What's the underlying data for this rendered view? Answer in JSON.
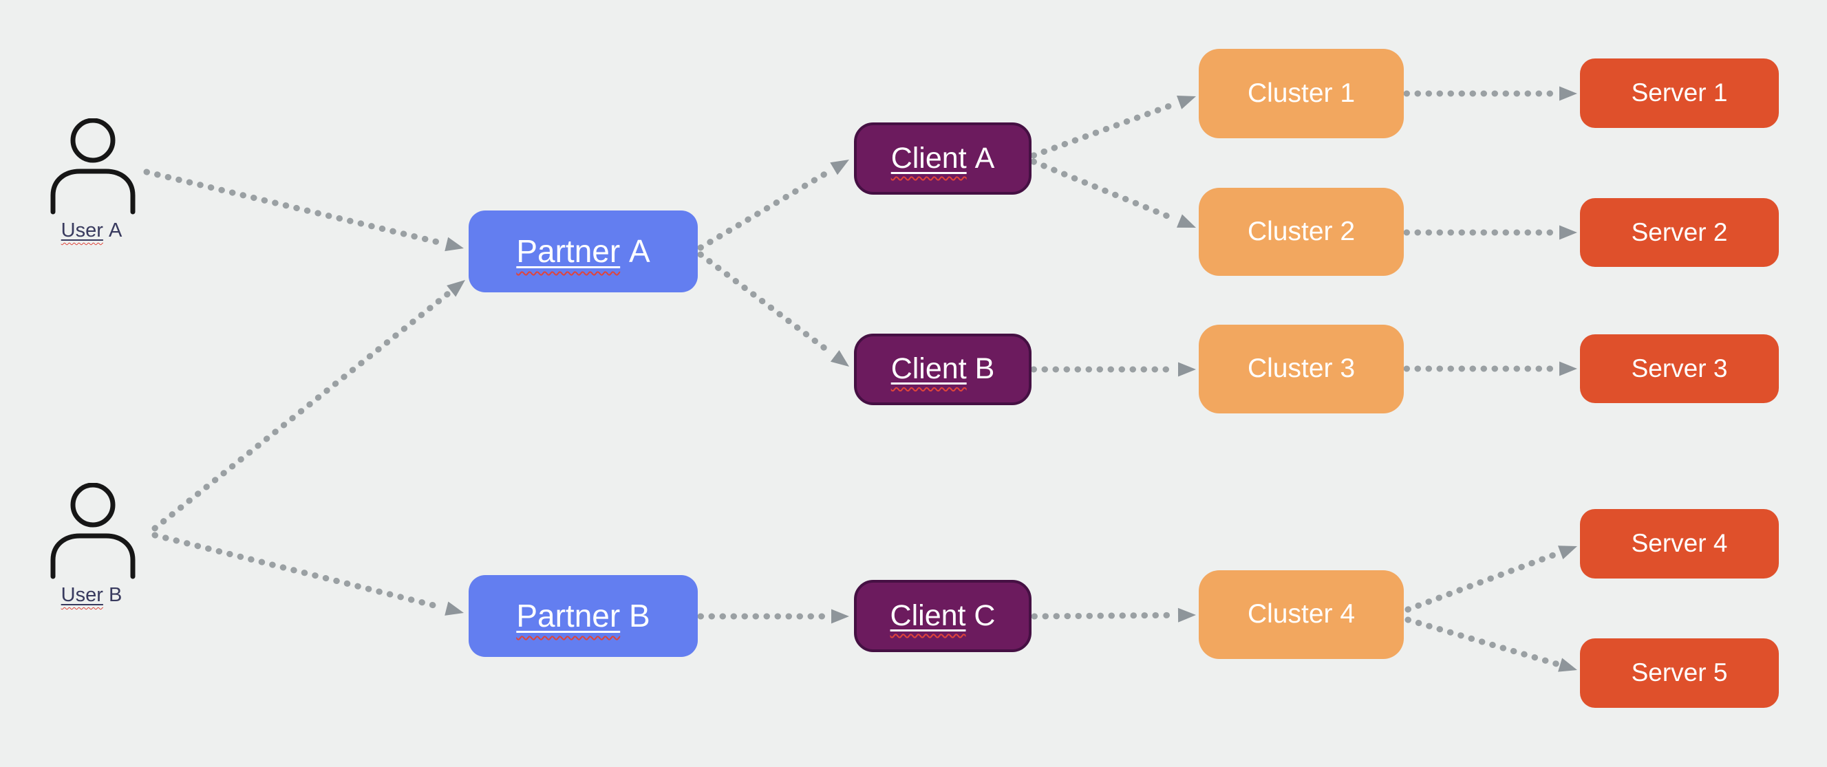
{
  "diagram": {
    "background_color": "#EEF0EF",
    "connector_color": "#9AA0A3",
    "arrowhead_color": "#8E959A",
    "spellcheck_color": "#E0443A",
    "node_styles": {
      "user": {
        "fill": "none",
        "text_color": "#383A5E",
        "icon": "person-icon",
        "icon_color": "#161616"
      },
      "partner": {
        "fill": "#637EF0",
        "text_color": "#FFFFFF"
      },
      "client": {
        "fill": "#6C1B5E",
        "border": "#451043",
        "text_color": "#FFFFFF"
      },
      "cluster": {
        "fill": "#F2A75F",
        "text_color": "#FFFFFF"
      },
      "server": {
        "fill": "#DF502B",
        "text_color": "#FFFFFF"
      }
    },
    "nodes": [
      {
        "id": "user-a",
        "type": "user",
        "label": "User A",
        "underlined": true,
        "spellchecked": true
      },
      {
        "id": "user-b",
        "type": "user",
        "label": "User B",
        "underlined": true,
        "spellchecked": true
      },
      {
        "id": "partner-a",
        "type": "partner",
        "label": "Partner A",
        "underlined": true,
        "spellchecked": true
      },
      {
        "id": "partner-b",
        "type": "partner",
        "label": "Partner B",
        "underlined": true,
        "spellchecked": true
      },
      {
        "id": "client-a",
        "type": "client",
        "label": "Client A",
        "underlined": true,
        "spellchecked": true
      },
      {
        "id": "client-b",
        "type": "client",
        "label": "Client B",
        "underlined": true,
        "spellchecked": true
      },
      {
        "id": "client-c",
        "type": "client",
        "label": "Client C",
        "underlined": true,
        "spellchecked": true
      },
      {
        "id": "cluster-1",
        "type": "cluster",
        "label": "Cluster 1",
        "underlined": false,
        "spellchecked": false
      },
      {
        "id": "cluster-2",
        "type": "cluster",
        "label": "Cluster 2",
        "underlined": false,
        "spellchecked": false
      },
      {
        "id": "cluster-3",
        "type": "cluster",
        "label": "Cluster 3",
        "underlined": false,
        "spellchecked": false
      },
      {
        "id": "cluster-4",
        "type": "cluster",
        "label": "Cluster 4",
        "underlined": false,
        "spellchecked": false
      },
      {
        "id": "server-1",
        "type": "server",
        "label": "Server 1",
        "underlined": false,
        "spellchecked": false
      },
      {
        "id": "server-2",
        "type": "server",
        "label": "Server 2",
        "underlined": false,
        "spellchecked": false
      },
      {
        "id": "server-3",
        "type": "server",
        "label": "Server 3",
        "underlined": false,
        "spellchecked": false
      },
      {
        "id": "server-4",
        "type": "server",
        "label": "Server 4",
        "underlined": false,
        "spellchecked": false
      },
      {
        "id": "server-5",
        "type": "server",
        "label": "Server 5",
        "underlined": false,
        "spellchecked": false
      }
    ],
    "edges": [
      {
        "from": "user-a",
        "to": "partner-a"
      },
      {
        "from": "user-b",
        "to": "partner-a"
      },
      {
        "from": "user-b",
        "to": "partner-b"
      },
      {
        "from": "partner-a",
        "to": "client-a"
      },
      {
        "from": "partner-a",
        "to": "client-b"
      },
      {
        "from": "partner-b",
        "to": "client-c"
      },
      {
        "from": "client-a",
        "to": "cluster-1"
      },
      {
        "from": "client-a",
        "to": "cluster-2"
      },
      {
        "from": "client-b",
        "to": "cluster-3"
      },
      {
        "from": "client-c",
        "to": "cluster-4"
      },
      {
        "from": "cluster-1",
        "to": "server-1"
      },
      {
        "from": "cluster-2",
        "to": "server-2"
      },
      {
        "from": "cluster-3",
        "to": "server-3"
      },
      {
        "from": "cluster-4",
        "to": "server-4"
      },
      {
        "from": "cluster-4",
        "to": "server-5"
      }
    ]
  }
}
